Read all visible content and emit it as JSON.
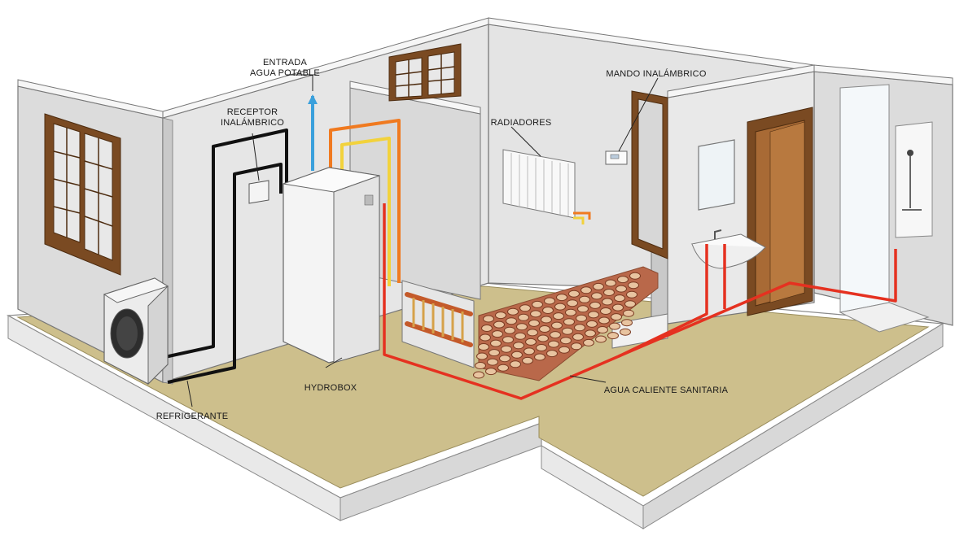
{
  "labels": {
    "entrada_line1": "ENTRADA",
    "entrada_line2": "AGUA POTABLE",
    "receptor_line1": "RECEPTOR",
    "receptor_line2": "INALÁMBRICO",
    "mando": "MANDO INALÁMBRICO",
    "radiadores": "RADIADORES",
    "hydrobox": "HYDROBOX",
    "refrigerante": "REFRIGERANTE",
    "agua_caliente": "AGUA CALIENTE SANITARIA"
  },
  "colors": {
    "floor": "#cdbf8c",
    "wall": "#e2e2e2",
    "wall_shade": "#c9c9c9",
    "wall_top": "#f6f6f6",
    "wood": "#7a4a22",
    "refrigerant_pipe": "#111111",
    "potable_water": "#3aa0dc",
    "hot_water": "#e53120",
    "heating_supply": "#f07a20",
    "heating_return": "#f2d23c"
  }
}
